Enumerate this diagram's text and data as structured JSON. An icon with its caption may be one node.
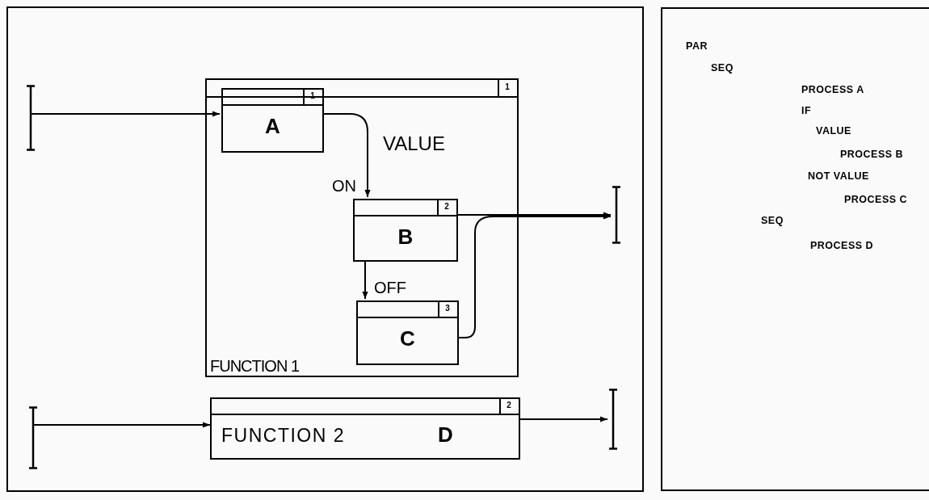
{
  "diagram": {
    "nodes": [
      {
        "text": [],
        "shape": "bar"
      },
      {
        "text": [
          "1",
          "FUNCTION 1"
        ]
      },
      {
        "text": [
          "1",
          "A"
        ],
        "in": 1
      },
      {
        "text": [
          "2",
          "B"
        ],
        "in": 1
      },
      {
        "text": [
          "3",
          "C"
        ],
        "in": 1
      },
      {
        "text": [],
        "shape": "bar"
      },
      {
        "text": [],
        "shape": "bar"
      },
      {
        "text": [
          "2",
          "FUNCTION 2",
          "D"
        ]
      },
      {
        "text": [],
        "shape": "bar"
      },
      {
        "text": [
          "PAR",
          "SEQ",
          "PROCESS A",
          "IF",
          "VALUE",
          "PROCESS B",
          "NOT VALUE",
          "PROCESS C",
          "SEQ",
          "PROCESS D"
        ]
      }
    ],
    "edges": [
      {
        "from": 0,
        "to": 2,
        "arrow": "to"
      },
      {
        "from": 2,
        "to": 3,
        "arrow": "to",
        "label": "ON"
      },
      {
        "from": 3,
        "to": 4,
        "arrow": "to",
        "label": "OFF"
      },
      {
        "from": 3,
        "to": 5,
        "arrow": "to"
      },
      {
        "from": 4,
        "to": 5,
        "arrow": "to"
      },
      {
        "from": 6,
        "to": 7,
        "arrow": "to"
      },
      {
        "from": 7,
        "to": 8,
        "arrow": "to"
      }
    ],
    "labels": [
      "VALUE"
    ]
  }
}
